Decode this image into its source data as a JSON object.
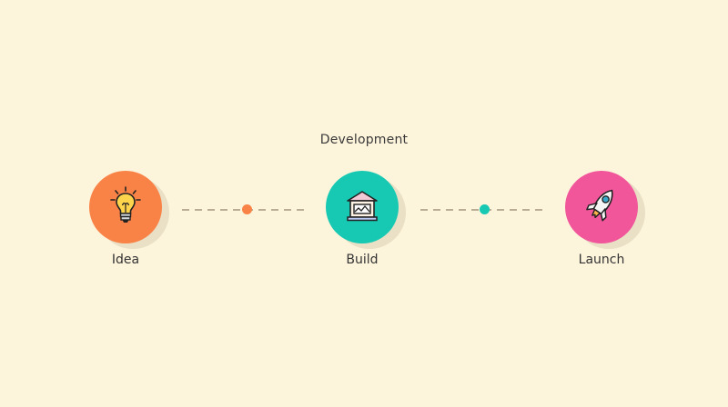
{
  "diagram": {
    "phase_label": "Development",
    "steps": [
      {
        "label": "Idea",
        "icon": "lightbulb-icon",
        "color": "#f98346"
      },
      {
        "label": "Build",
        "icon": "building-icon",
        "color": "#17c9b3"
      },
      {
        "label": "Launch",
        "icon": "rocket-icon",
        "color": "#f1559a"
      }
    ],
    "connector_dots": [
      {
        "color": "#f98346"
      },
      {
        "color": "#17c9b3"
      }
    ],
    "colors": {
      "background": "#fdf4dc",
      "connector": "#b9ad96",
      "shadow": "#e9e0c6"
    }
  }
}
